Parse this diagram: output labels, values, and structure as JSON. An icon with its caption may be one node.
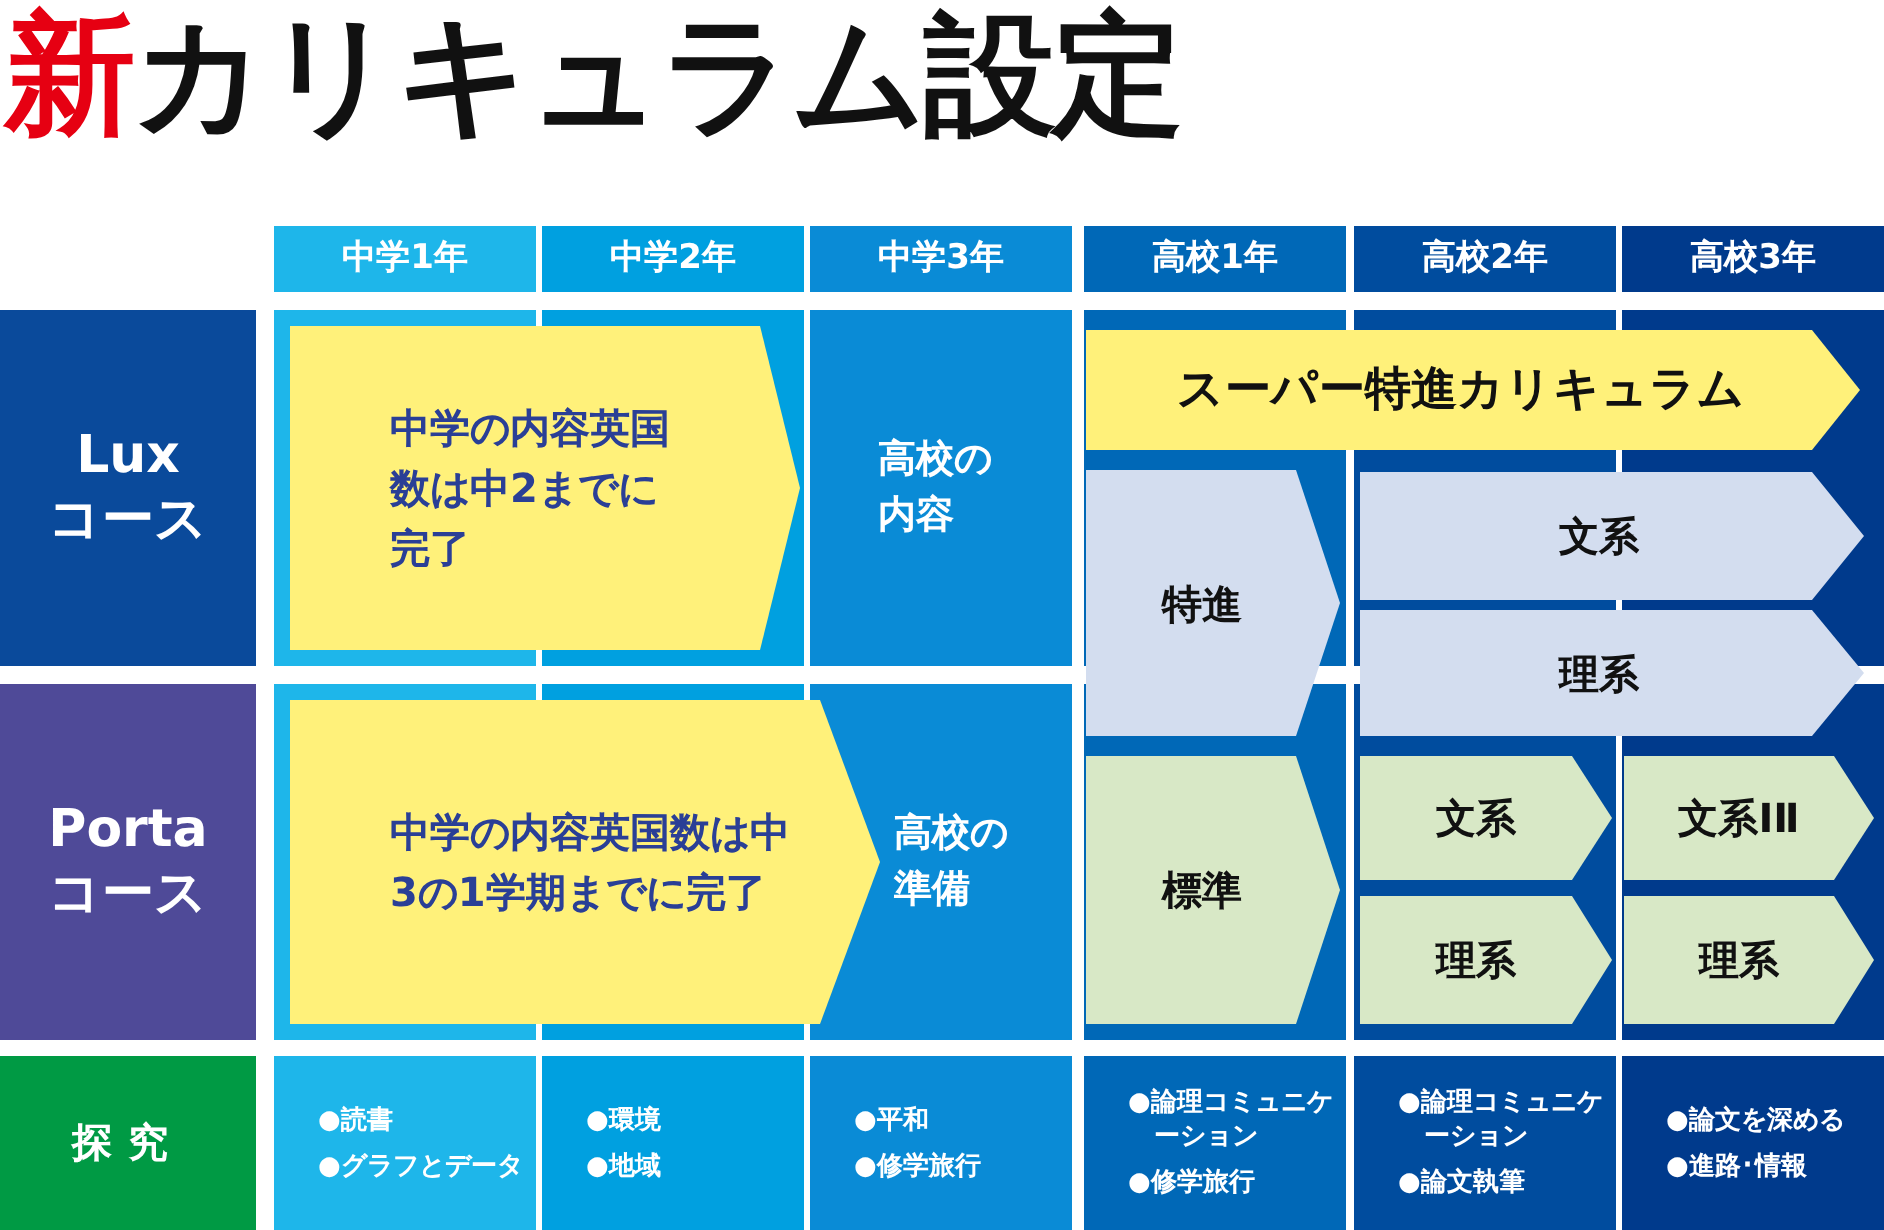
{
  "diagram": {
    "title": "新カリキュラム設定",
    "nodes": [
      {
        "text": [
          "中学1年"
        ]
      },
      {
        "text": [
          "中学2年"
        ]
      },
      {
        "text": [
          "中学3年"
        ]
      },
      {
        "text": [
          "高校1年"
        ]
      },
      {
        "text": [
          "高校2年"
        ]
      },
      {
        "text": [
          "高校3年"
        ]
      },
      {
        "text": [
          "Lux コース"
        ]
      },
      {
        "text": [
          "中学の内容英国数は中2までに完了"
        ]
      },
      {
        "text": [
          "高校の内容"
        ]
      },
      {
        "text": [
          "スーパー特進カリキュラム"
        ]
      },
      {
        "text": [
          "特進"
        ]
      },
      {
        "text": [
          "文系"
        ]
      },
      {
        "text": [
          "理系"
        ]
      },
      {
        "text": [
          "Porta コース"
        ]
      },
      {
        "text": [
          "中学の内容英国数は中3の1学期までに完了"
        ]
      },
      {
        "text": [
          "高校の準備"
        ]
      },
      {
        "text": [
          "標準"
        ]
      },
      {
        "text": [
          "文系"
        ]
      },
      {
        "text": [
          "文系ⅠⅡ"
        ]
      },
      {
        "text": [
          "理系"
        ]
      },
      {
        "text": [
          "理系"
        ]
      },
      {
        "text": [
          "探究"
        ]
      },
      {
        "text": [
          "●読書",
          "●グラフとデータ"
        ]
      },
      {
        "text": [
          "●環境",
          "●地域"
        ]
      },
      {
        "text": [
          "●平和",
          "●修学旅行"
        ]
      },
      {
        "text": [
          "●論理コミュニケーション",
          "●修学旅行"
        ]
      },
      {
        "text": [
          "●論理コミュニケーション",
          "●論文執筆"
        ]
      },
      {
        "text": [
          "●論文を深める",
          "●進路･情報"
        ]
      }
    ]
  }
}
